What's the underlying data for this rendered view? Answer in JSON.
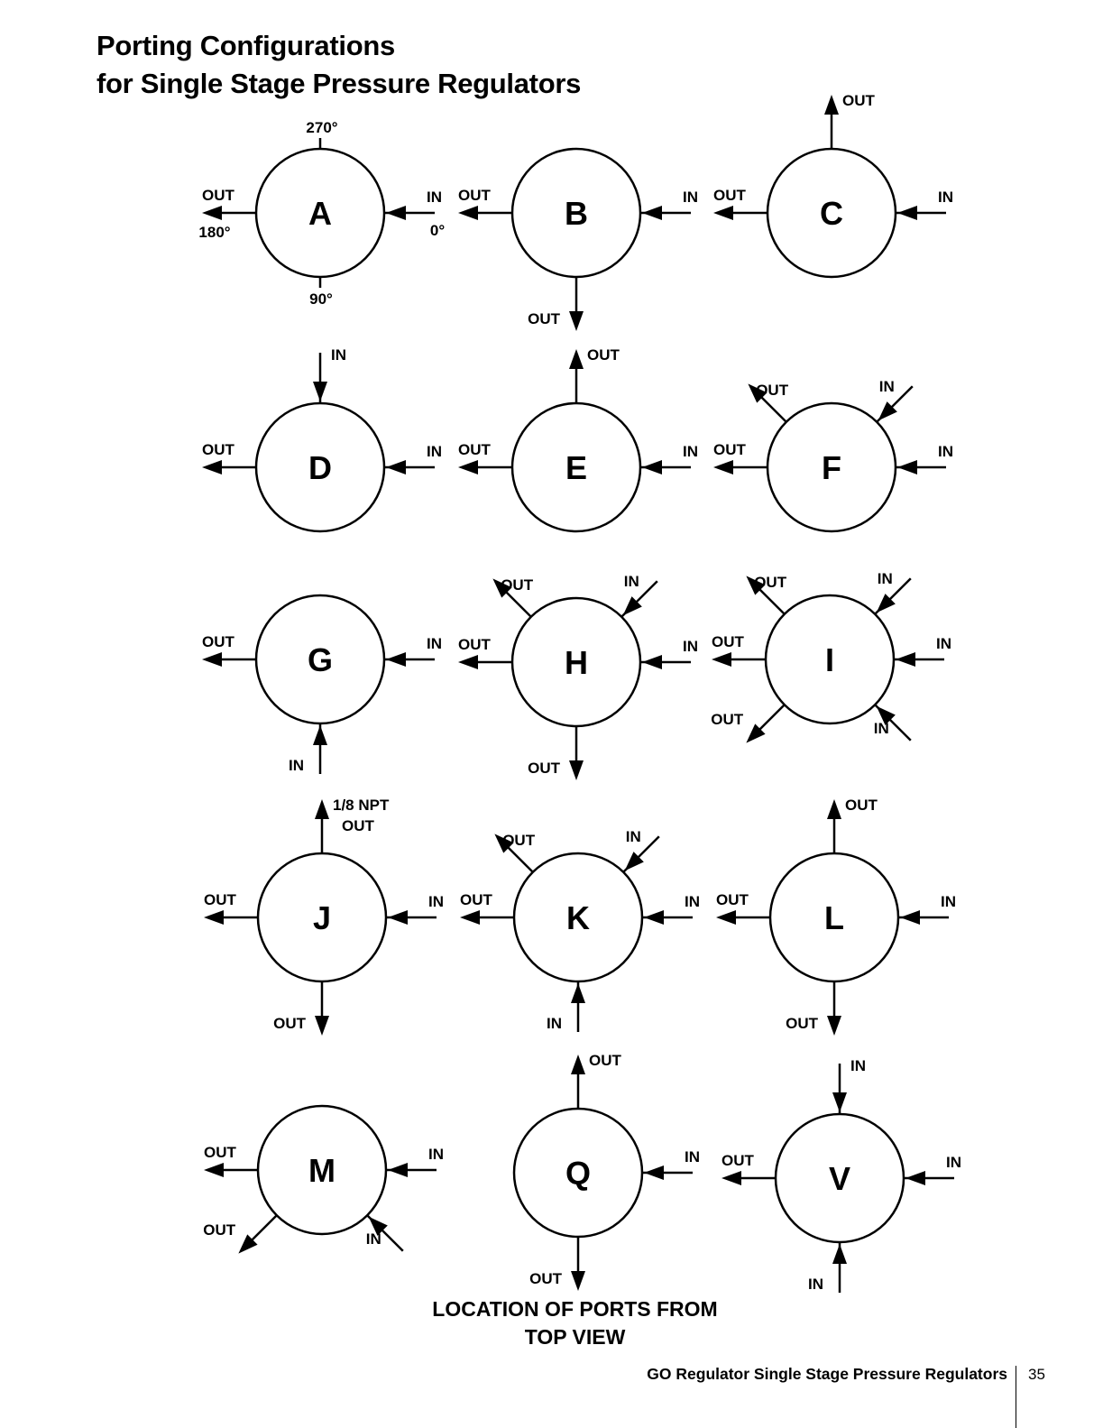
{
  "title": {
    "line1": "Porting Configurations",
    "line2": "for Single Stage Pressure Regulators"
  },
  "angles": {
    "top": "270°",
    "bottom": "90°",
    "left": "180°",
    "right": "0°"
  },
  "configs": [
    {
      "letter": "A",
      "ports": [
        {
          "angle": 180,
          "dir": "out",
          "label": "OUT"
        },
        {
          "angle": 0,
          "dir": "in",
          "label": "IN"
        },
        {
          "angle": 270,
          "dir": "tick"
        },
        {
          "angle": 90,
          "dir": "tick"
        }
      ]
    },
    {
      "letter": "B",
      "ports": [
        {
          "angle": 180,
          "dir": "out",
          "label": "OUT"
        },
        {
          "angle": 0,
          "dir": "in",
          "label": "IN"
        },
        {
          "angle": 90,
          "dir": "out",
          "label": "OUT"
        }
      ]
    },
    {
      "letter": "C",
      "ports": [
        {
          "angle": 180,
          "dir": "out",
          "label": "OUT"
        },
        {
          "angle": 0,
          "dir": "in",
          "label": "IN"
        },
        {
          "angle": 270,
          "dir": "out",
          "label": "OUT"
        }
      ]
    },
    {
      "letter": "D",
      "ports": [
        {
          "angle": 180,
          "dir": "out",
          "label": "OUT"
        },
        {
          "angle": 0,
          "dir": "in",
          "label": "IN"
        },
        {
          "angle": 270,
          "dir": "in",
          "label": "IN"
        }
      ]
    },
    {
      "letter": "E",
      "ports": [
        {
          "angle": 180,
          "dir": "out",
          "label": "OUT"
        },
        {
          "angle": 0,
          "dir": "in",
          "label": "IN"
        },
        {
          "angle": 270,
          "dir": "out",
          "label": "OUT"
        }
      ]
    },
    {
      "letter": "F",
      "ports": [
        {
          "angle": 180,
          "dir": "out",
          "label": "OUT"
        },
        {
          "angle": 0,
          "dir": "in",
          "label": "IN"
        },
        {
          "angle": 225,
          "dir": "out",
          "label": "OUT"
        },
        {
          "angle": 315,
          "dir": "in",
          "label": "IN"
        }
      ]
    },
    {
      "letter": "G",
      "ports": [
        {
          "angle": 180,
          "dir": "out",
          "label": "OUT"
        },
        {
          "angle": 0,
          "dir": "in",
          "label": "IN"
        },
        {
          "angle": 90,
          "dir": "in",
          "label": "IN"
        }
      ]
    },
    {
      "letter": "H",
      "ports": [
        {
          "angle": 180,
          "dir": "out",
          "label": "OUT"
        },
        {
          "angle": 0,
          "dir": "in",
          "label": "IN"
        },
        {
          "angle": 225,
          "dir": "out",
          "label": "OUT"
        },
        {
          "angle": 315,
          "dir": "in",
          "label": "IN"
        },
        {
          "angle": 90,
          "dir": "out",
          "label": "OUT"
        }
      ]
    },
    {
      "letter": "I",
      "ports": [
        {
          "angle": 180,
          "dir": "out",
          "label": "OUT"
        },
        {
          "angle": 0,
          "dir": "in",
          "label": "IN"
        },
        {
          "angle": 225,
          "dir": "out",
          "label": "OUT"
        },
        {
          "angle": 315,
          "dir": "in",
          "label": "IN"
        },
        {
          "angle": 135,
          "dir": "out",
          "label": "OUT"
        },
        {
          "angle": 45,
          "dir": "in",
          "label": "IN"
        }
      ]
    },
    {
      "letter": "J",
      "ports": [
        {
          "angle": 180,
          "dir": "out",
          "label": "OUT"
        },
        {
          "angle": 0,
          "dir": "in",
          "label": "IN"
        },
        {
          "angle": 270,
          "dir": "out",
          "label": "1/8 NPT",
          "label2": "OUT"
        },
        {
          "angle": 90,
          "dir": "out",
          "label": "OUT"
        }
      ]
    },
    {
      "letter": "K",
      "ports": [
        {
          "angle": 180,
          "dir": "out",
          "label": "OUT"
        },
        {
          "angle": 0,
          "dir": "in",
          "label": "IN"
        },
        {
          "angle": 225,
          "dir": "out",
          "label": "OUT"
        },
        {
          "angle": 315,
          "dir": "in",
          "label": "IN"
        },
        {
          "angle": 90,
          "dir": "in",
          "label": "IN"
        }
      ]
    },
    {
      "letter": "L",
      "ports": [
        {
          "angle": 180,
          "dir": "out",
          "label": "OUT"
        },
        {
          "angle": 0,
          "dir": "in",
          "label": "IN"
        },
        {
          "angle": 270,
          "dir": "out",
          "label": "OUT"
        },
        {
          "angle": 90,
          "dir": "out",
          "label": "OUT"
        }
      ]
    },
    {
      "letter": "M",
      "ports": [
        {
          "angle": 180,
          "dir": "out",
          "label": "OUT"
        },
        {
          "angle": 0,
          "dir": "in",
          "label": "IN"
        },
        {
          "angle": 135,
          "dir": "out",
          "label": "OUT"
        },
        {
          "angle": 45,
          "dir": "in",
          "label": "IN"
        }
      ]
    },
    {
      "letter": "Q",
      "ports": [
        {
          "angle": 270,
          "dir": "out",
          "label": "OUT"
        },
        {
          "angle": 0,
          "dir": "in",
          "label": "IN"
        },
        {
          "angle": 90,
          "dir": "out",
          "label": "OUT"
        }
      ]
    },
    {
      "letter": "V",
      "ports": [
        {
          "angle": 180,
          "dir": "out",
          "label": "OUT"
        },
        {
          "angle": 0,
          "dir": "in",
          "label": "IN"
        },
        {
          "angle": 270,
          "dir": "in",
          "label": "IN"
        },
        {
          "angle": 90,
          "dir": "in",
          "label": "IN"
        }
      ]
    }
  ],
  "caption": {
    "line1": "LOCATION OF PORTS FROM",
    "line2": "TOP VIEW"
  },
  "footer": {
    "text": "GO Regulator Single Stage Pressure Regulators",
    "page": "35"
  }
}
